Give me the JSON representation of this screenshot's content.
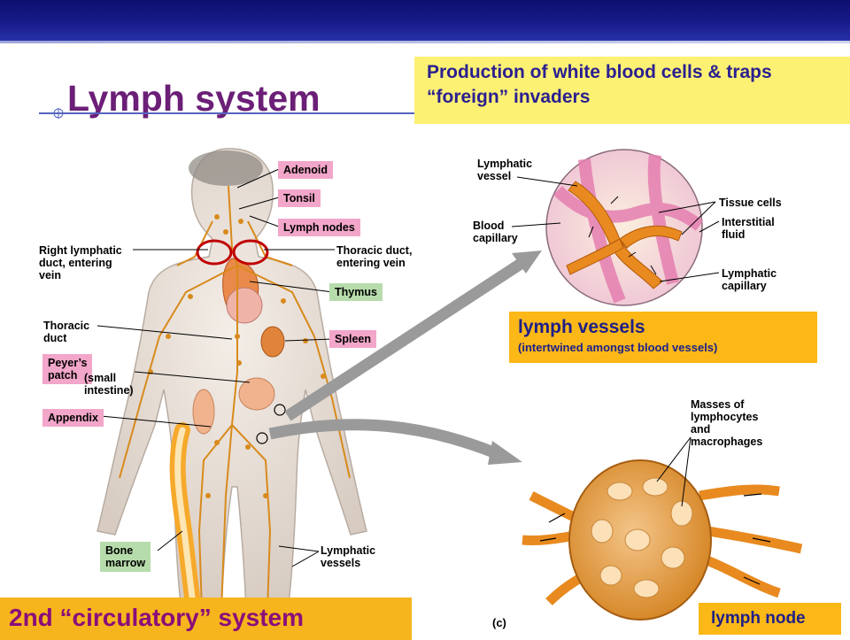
{
  "slide": {
    "title": "Lymph system",
    "banner": "Production of white blood cells & traps “foreign” invaders",
    "footer": "2nd “circulatory” system",
    "figure_tag": "(c)"
  },
  "body_labels": {
    "adenoid": "Adenoid",
    "tonsil": "Tonsil",
    "lymph_nodes": "Lymph nodes",
    "right_lymphatic_duct": "Right lymphatic\nduct, entering\nvein",
    "thoracic_duct_entering": "Thoracic duct,\nentering vein",
    "thymus": "Thymus",
    "thoracic_duct": "Thoracic\nduct",
    "spleen": "Spleen",
    "peyers_patch": "Peyer’s\npatch",
    "peyers_patch_note": "(small\nintestine)",
    "appendix": "Appendix",
    "bone_marrow": "Bone\nmarrow",
    "lymphatic_vessels": "Lymphatic\nvessels"
  },
  "vessel_labels": {
    "lymphatic_vessel": "Lymphatic\nvessel",
    "blood_capillary": "Blood\ncapillary",
    "tissue_cells": "Tissue cells",
    "interstitial_fluid": "Interstitial\nfluid",
    "lymphatic_capillary": "Lymphatic\ncapillary",
    "box_title": "lymph vessels",
    "box_subtitle": "(intertwined amongst blood vessels)"
  },
  "node_labels": {
    "masses": "Masses of\nlymphocytes\nand\nmacrophages",
    "box_title": "lymph node"
  },
  "colors": {
    "header": "#171b8a",
    "title": "#6b1f77",
    "banner_bg": "#fdf174",
    "orange_box": "#fbb817",
    "pink_label": "#f2a6c9",
    "green_label": "#b7dcab",
    "lymph": "#d88a1c"
  }
}
